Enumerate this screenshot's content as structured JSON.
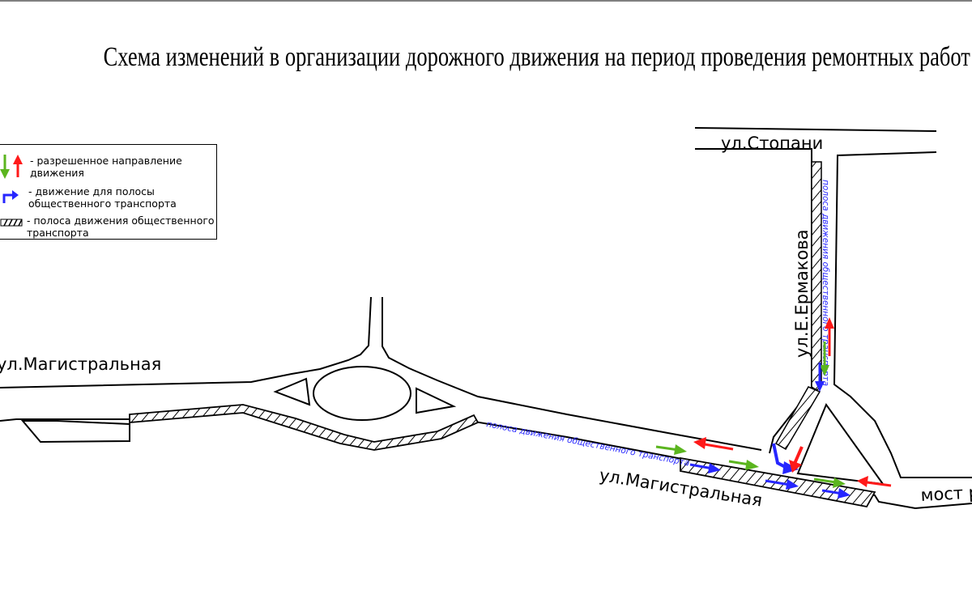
{
  "title": "Схема изменений в организации дорожного движения на период проведения ремонтных работ моста через р. Волга",
  "legend": {
    "items": [
      {
        "icon": "green-red-arrows-icon",
        "text": "- разрешенное направление\nдвижения"
      },
      {
        "icon": "blue-turn-arrow-icon",
        "text": "- движение для полосы\nобщественного транспорта"
      },
      {
        "icon": "hatched-lane-icon",
        "text": "- полоса движения общественного\nтранспорта"
      }
    ]
  },
  "streets": {
    "stopani": "ул.Стопани",
    "ermakova": "ул.Е.Ермакова",
    "magistralnaya_left": "ул.Магистральная",
    "magistralnaya_bottom": "ул.Магистральная",
    "bridge": "мост р.Волга"
  },
  "lane_labels": {
    "main": "полоса движения общественного транспорта",
    "vertical": "полоса движения общественного транспорта"
  },
  "colors": {
    "allowed_green": "#5bb51f",
    "allowed_red": "#ff1a1a",
    "bus_blue": "#2626ff",
    "road_outline": "#000000"
  }
}
